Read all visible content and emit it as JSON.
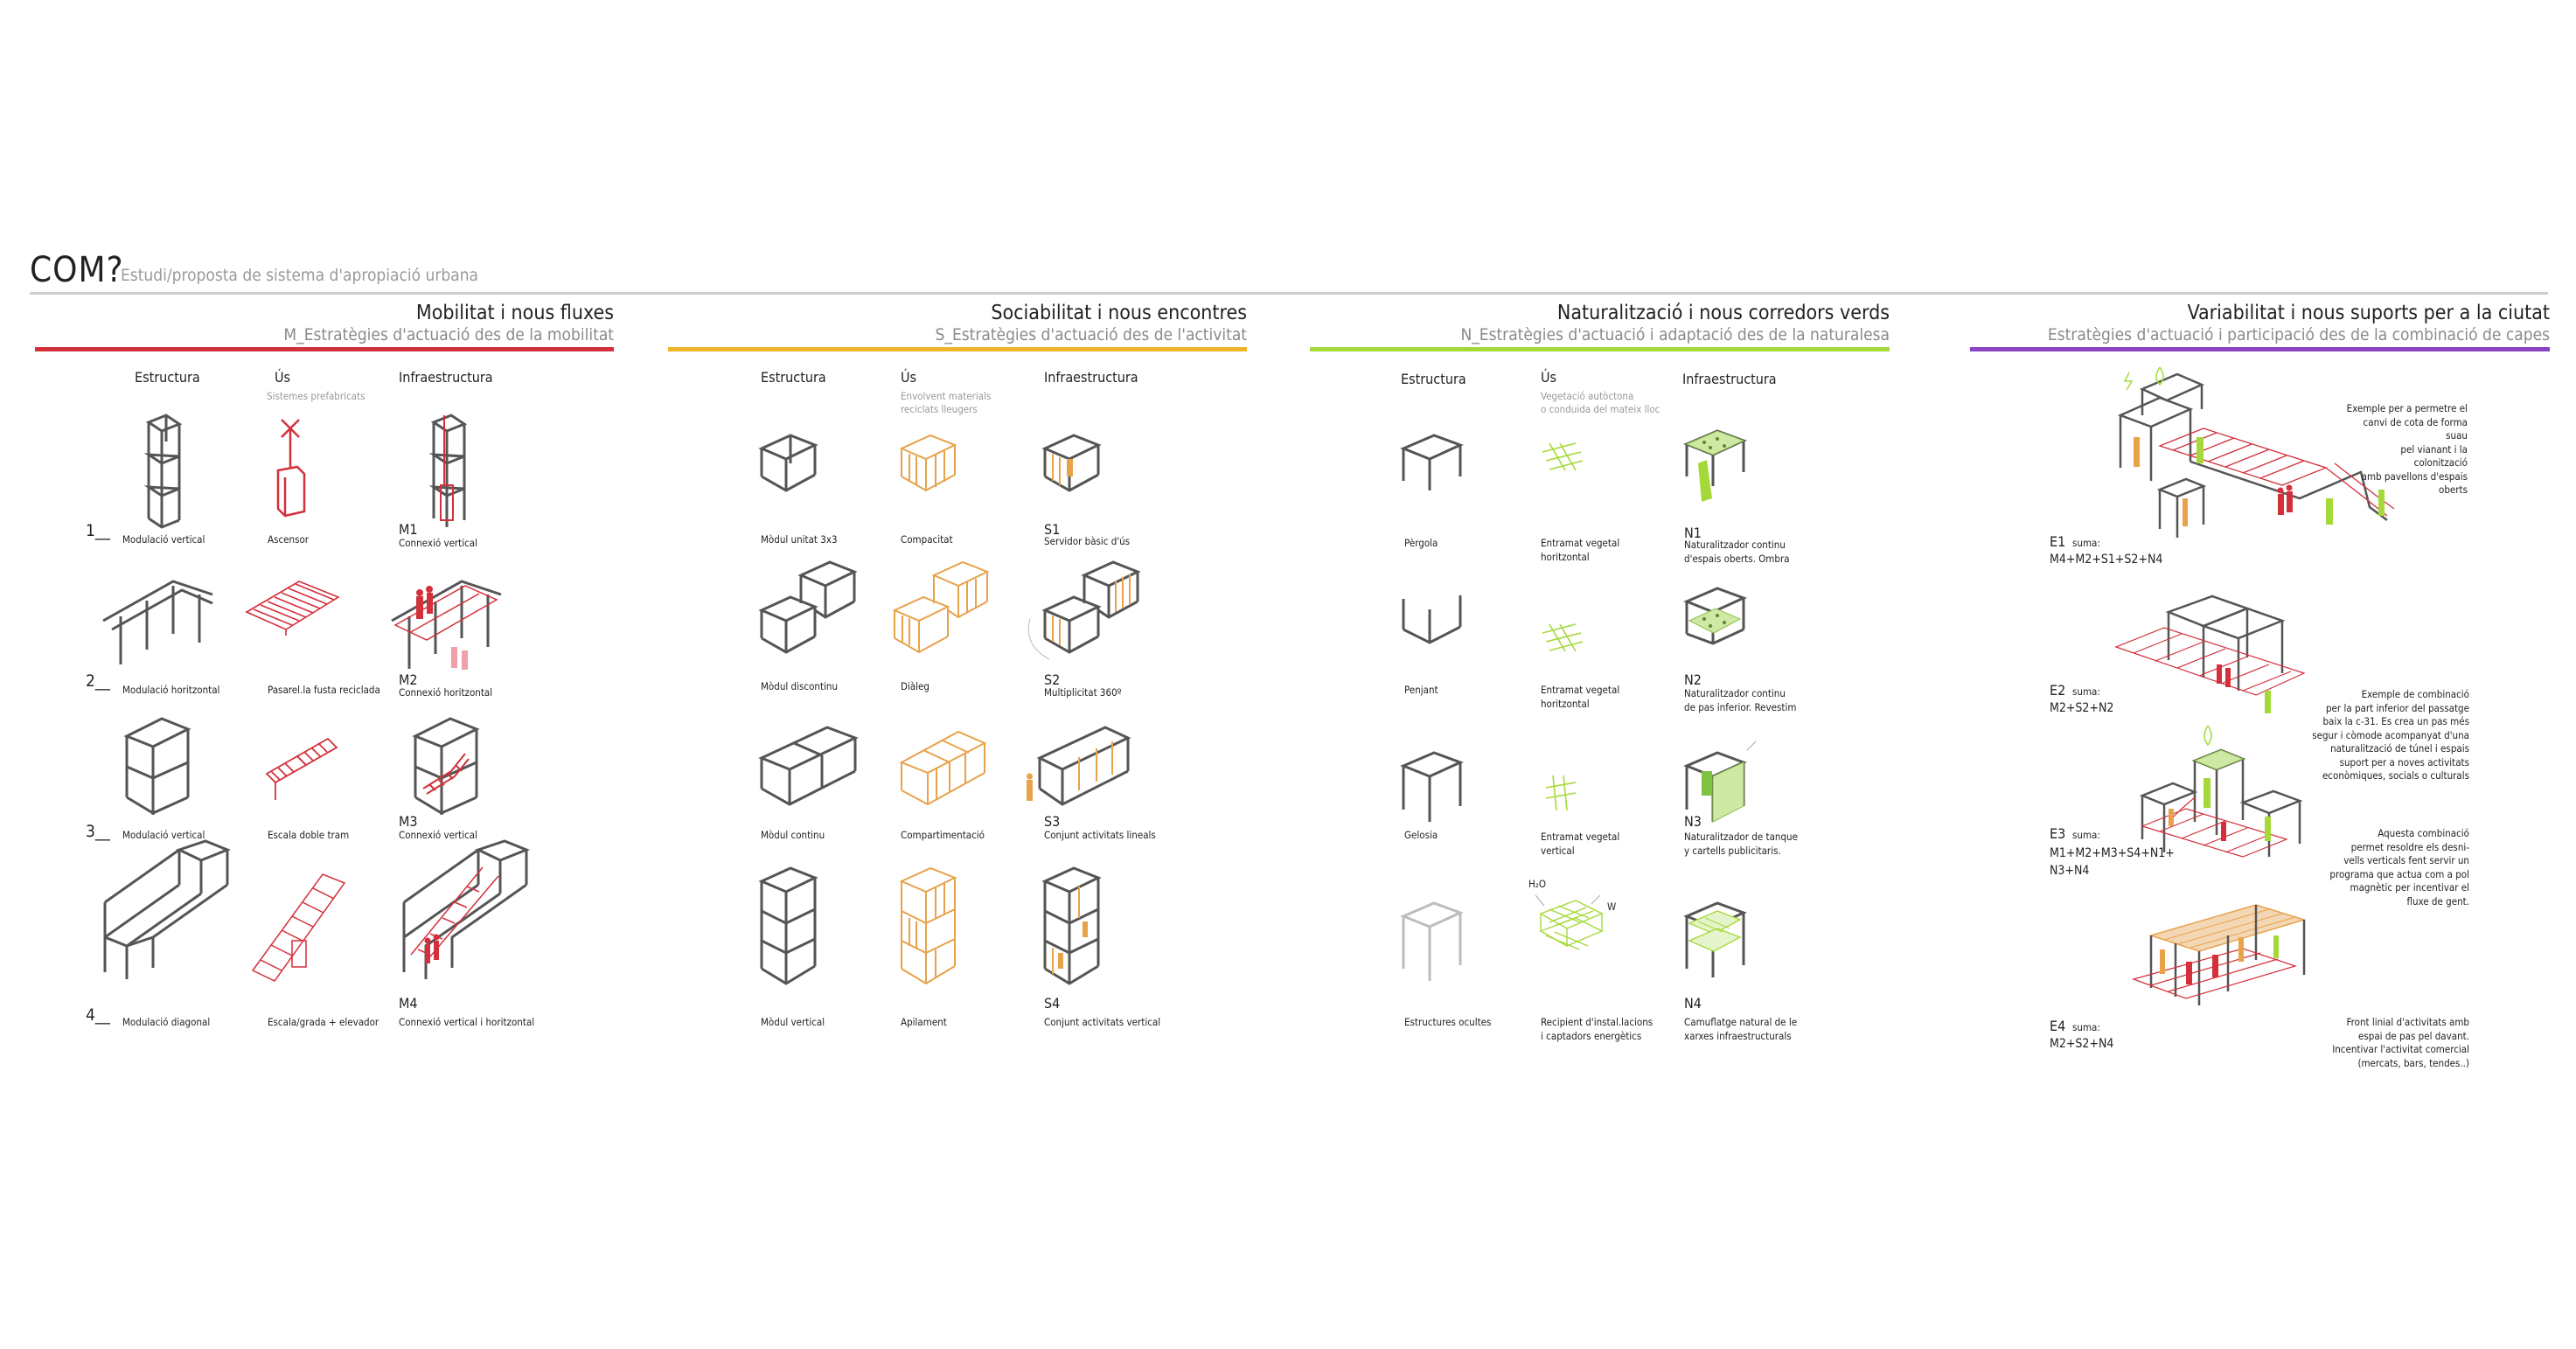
{
  "header": {
    "title": "COM?",
    "subtitle": "Estudi/proposta de sistema d'apropiació urbana"
  },
  "colors": {
    "mobility": "#d3303c",
    "sociability": "#f0b429",
    "nature": "#a5d93a",
    "variability": "#8a45c4",
    "structure_gray": "#555555",
    "wood_orange": "#e8a24a"
  },
  "sections": {
    "mobility": {
      "title": "Mobilitat i nous fluxes",
      "subtitle": "M_Estratègies d'actuació des de la mobilitat",
      "headers": [
        "Estructura",
        "Ús",
        "Infraestructura"
      ],
      "us_note": "Sistemes prefabricats",
      "rows": [
        {
          "num": "1__",
          "structure": "Modulació vertical",
          "use": "Ascensor",
          "code": "M1",
          "infra": "Connexió vertical"
        },
        {
          "num": "2__",
          "structure": "Modulació horitzontal",
          "use": "Pasarel.la fusta reciclada",
          "code": "M2",
          "infra": "Connexió horitzontal"
        },
        {
          "num": "3__",
          "structure": "Modulació vertical",
          "use": "Escala doble tram",
          "code": "M3",
          "infra": "Connexió vertical"
        },
        {
          "num": "4__",
          "structure": "Modulació diagonal",
          "use": "Escala/grada + elevador",
          "code": "M4",
          "infra": "Connexió vertical i horitzontal"
        }
      ]
    },
    "sociability": {
      "title": "Sociabilitat i nous encontres",
      "subtitle": "S_Estratègies d'actuació des de l'activitat",
      "headers": [
        "Estructura",
        "Ús",
        "Infraestructura"
      ],
      "us_note_1": "Envolvent materials",
      "us_note_2": "reciclats lleugers",
      "rows": [
        {
          "structure": "Mòdul unitat 3x3",
          "use": "Compacitat",
          "code": "S1",
          "infra": "Servidor bàsic d'ús"
        },
        {
          "structure": "Mòdul discontinu",
          "use": "Diàleg",
          "code": "S2",
          "infra": "Multiplicitat 360º"
        },
        {
          "structure": "Mòdul continu",
          "use": "Compartimentació",
          "code": "S3",
          "infra": "Conjunt activitats lineals"
        },
        {
          "structure": "Mòdul vertical",
          "use": "Apilament",
          "code": "S4",
          "infra": "Conjunt activitats vertical"
        }
      ]
    },
    "nature": {
      "title": "Naturalització i nous corredors verds",
      "subtitle": "N_Estratègies d'actuació i adaptació des de la naturalesa",
      "headers": [
        "Estructura",
        "Ús",
        "Infraestructura"
      ],
      "us_note_1": "Vegetació autòctona",
      "us_note_2": "o conduida del mateix lloc",
      "h2o": "H₂O",
      "w": "W",
      "rows": [
        {
          "structure": "Pèrgola",
          "use_1": "Entramat vegetal",
          "use_2": "horitzontal",
          "code": "N1",
          "infra_1": "Naturalitzador continu",
          "infra_2": "d'espais oberts. Ombra"
        },
        {
          "structure": "Penjant",
          "use_1": "Entramat vegetal",
          "use_2": "horitzontal",
          "code": "N2",
          "infra_1": "Naturalitzador continu",
          "infra_2": "de pas inferior. Revestim"
        },
        {
          "structure": "Gelosia",
          "use_1": "Entramat vegetal",
          "use_2": "vertical",
          "code": "N3",
          "infra_1": "Naturalitzador de tanque",
          "infra_2": "y cartells publicitaris."
        },
        {
          "structure": "Estructures ocultes",
          "use_1": "Recipient d'instal.lacions",
          "use_2": "i captadors energètics",
          "code": "N4",
          "infra_1": "Camuflatge natural de le",
          "infra_2": "xarxes infraestructurals"
        }
      ]
    },
    "variability": {
      "title": "Variabilitat i nous suports per a la ciutat",
      "subtitle": "Estratègies d'actuació i participació des de la combinació de capes",
      "examples": [
        {
          "code": "E1",
          "suma": "suma:",
          "formula": "M4+M2+S1+S2+N4",
          "text": [
            "Exemple per a permetre el",
            "canvi de cota de forma suau",
            "pel vianant i la colonització",
            "amb pavellons d'espais oberts"
          ]
        },
        {
          "code": "E2",
          "suma": "suma:",
          "formula": "M2+S2+N2",
          "text": [
            "Exemple de combinació",
            "per la part inferior del passatge",
            "baix la c-31. Es crea un pas més",
            "segur i còmode acompanyat d'una",
            "naturalització de túnel i espais",
            "suport per a noves activitats",
            "econòmiques, socials o culturals"
          ]
        },
        {
          "code": "E3",
          "suma": "suma:",
          "formula": "M1+M2+M3+S4+N1+",
          "formula_2": "N3+N4",
          "text": [
            "Aquesta combinació",
            "permet resoldre els desni-",
            "vells verticals fent servir un",
            "programa que actua com a pol",
            "magnètic per incentivar el",
            "fluxe de gent."
          ]
        },
        {
          "code": "E4",
          "suma": "suma:",
          "formula": "M2+S2+N4",
          "text": [
            "Front linial d'activitats amb",
            "espai de pas pel davant.",
            "Incentivar l'activitat comercial",
            "(mercats, bars, tendes..)"
          ]
        }
      ]
    }
  }
}
